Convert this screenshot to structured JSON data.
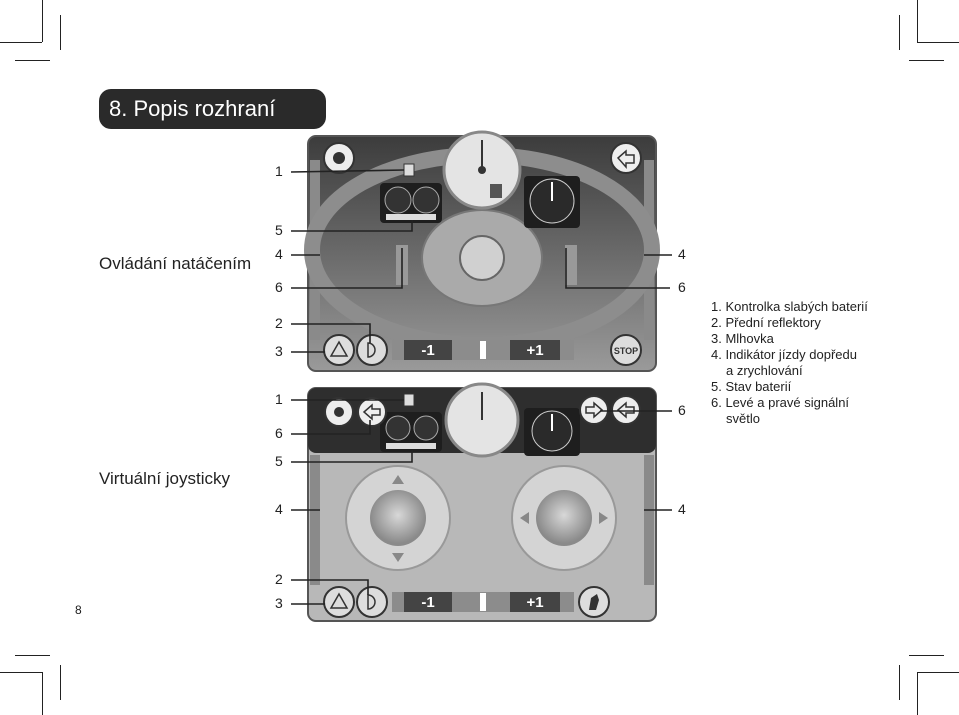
{
  "page": {
    "heading": "8. Popis rozhraní",
    "page_number": "8"
  },
  "sections": {
    "steering": {
      "label": "Ovládání natáčením"
    },
    "joystick": {
      "label": "Virtuální joysticky"
    }
  },
  "screen": {
    "minus_label": "-1",
    "plus_label": "+1",
    "stop_label": "STOP"
  },
  "callouts": {
    "top": [
      "1",
      "5",
      "4",
      "6",
      "2",
      "3",
      "4",
      "6"
    ],
    "bottom": [
      "1",
      "6",
      "5",
      "4",
      "2",
      "3",
      "6",
      "4"
    ]
  },
  "legend": [
    "1. Kontrolka slabých baterií",
    "2. Přední reflektory",
    "3. Mlhovka",
    "4. Indikátor jízdy dopředu",
    "a zrychlování",
    "5. Stav baterií",
    "6. Levé a pravé signální",
    "světlo"
  ],
  "colors": {
    "heading_bg": "#2a2a2a",
    "screen_dark": "#4a4a4a",
    "screen_light": "#bdbdbd"
  }
}
